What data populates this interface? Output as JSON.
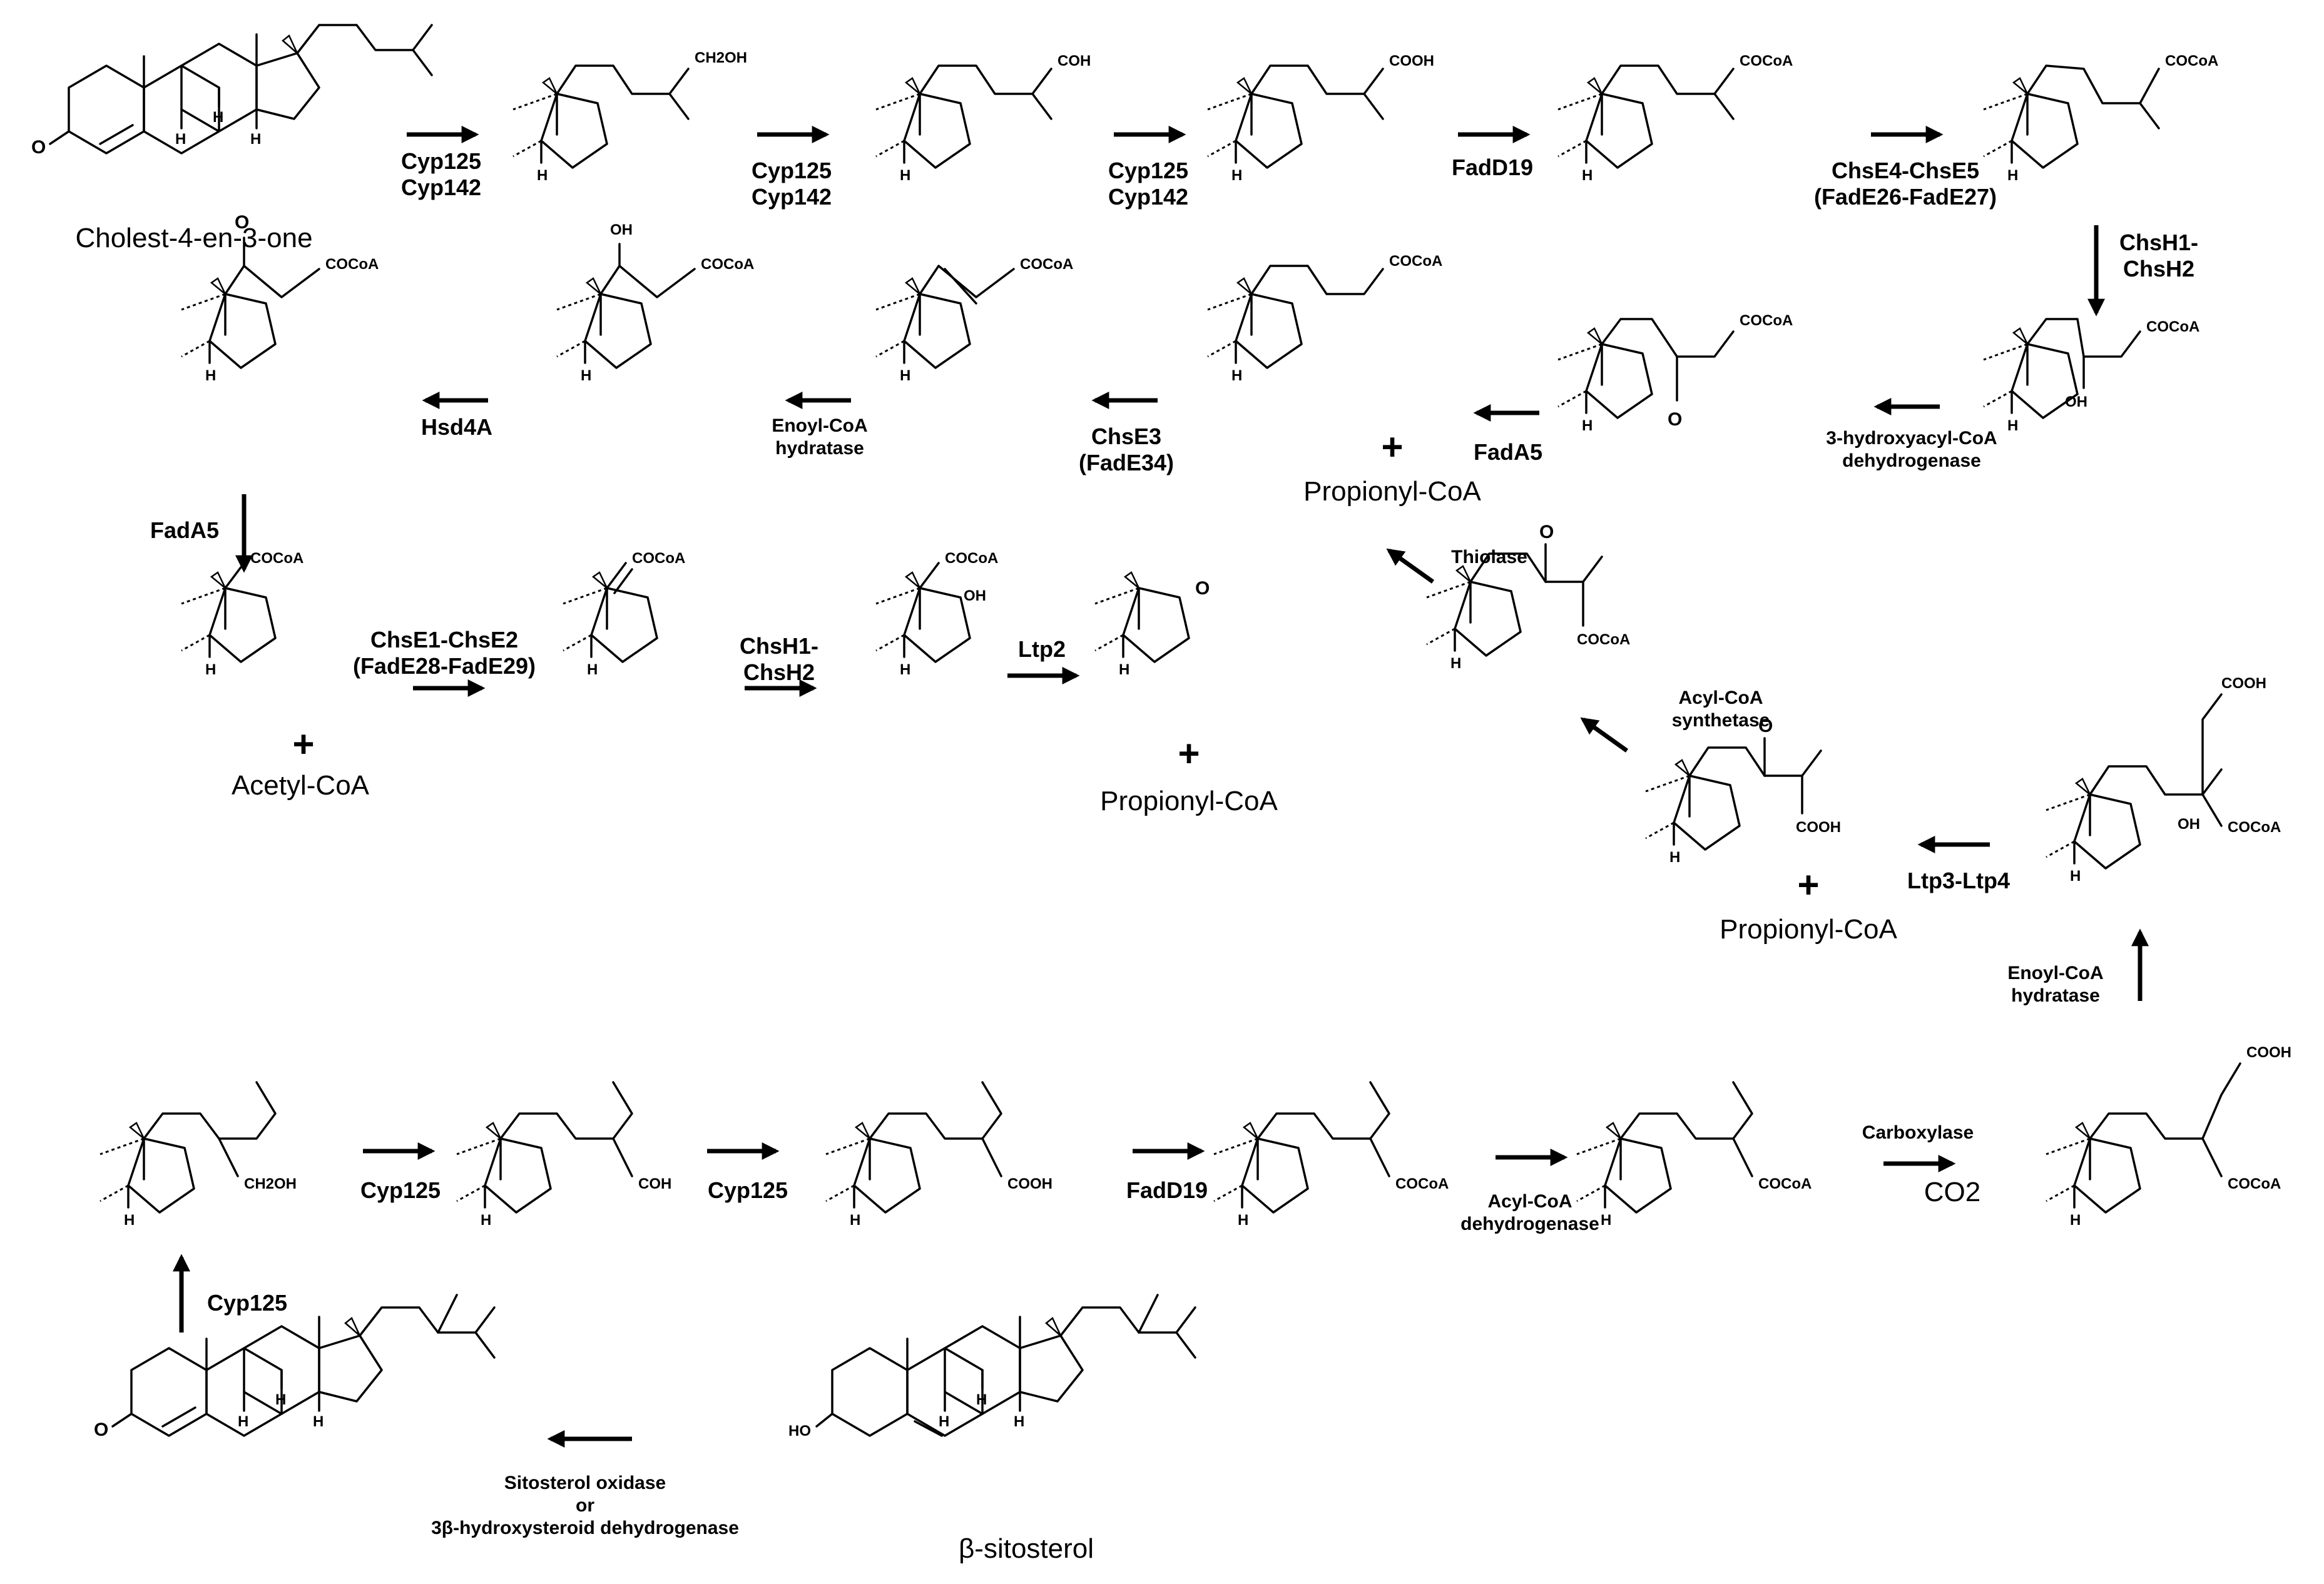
{
  "compounds": {
    "cholestenone": "Cholest-4-en-3-one",
    "sitosterol": "β-sitosterol",
    "propionyl_1": "Propionyl-CoA",
    "propionyl_2": "Propionyl-CoA",
    "propionyl_3": "Propionyl-CoA",
    "acetyl": "Acetyl-CoA",
    "co2": "CO2"
  },
  "enzymes": {
    "e1": [
      "Cyp125",
      "Cyp142"
    ],
    "e2": [
      "Cyp125",
      "Cyp142"
    ],
    "e3": [
      "Cyp125",
      "Cyp142"
    ],
    "e4": [
      "FadD19"
    ],
    "e5": [
      "ChsE4-ChsE5",
      "(FadE26-FadE27)"
    ],
    "e6": [
      "ChsH1-",
      "ChsH2"
    ],
    "e7": [
      "3-hydroxyacyl-CoA",
      "dehydrogenase"
    ],
    "e8": [
      "FadA5"
    ],
    "e9": [
      "ChsE3",
      "(FadE34)"
    ],
    "e10": [
      "Enoyl-CoA",
      "hydratase"
    ],
    "e11": [
      "Hsd4A"
    ],
    "e12": [
      "FadA5"
    ],
    "e13": [
      "ChsE1-ChsE2",
      "(FadE28-FadE29)"
    ],
    "e14": [
      "ChsH1-",
      "ChsH2"
    ],
    "e15": [
      "Ltp2"
    ],
    "e16": [
      "Thiolase"
    ],
    "e17": [
      "Acyl-CoA",
      "synthetase"
    ],
    "e18": [
      "Ltp3-Ltp4"
    ],
    "e19": [
      "Enoyl-CoA",
      "hydratase"
    ],
    "e20": [
      "Carboxylase"
    ],
    "e21": [
      "Acyl-CoA",
      "dehydrogenase"
    ],
    "e22": [
      "FadD19"
    ],
    "e23": [
      "Cyp125"
    ],
    "e24": [
      "Cyp125"
    ],
    "e25": [
      "Cyp125"
    ],
    "e26": [
      "Sitosterol oxidase",
      "or",
      "3β-hydroxysteroid dehydrogenase"
    ]
  },
  "groups": {
    "ch2oh": "CH2OH",
    "coh": "COH",
    "cooh": "COOH",
    "cocoa": "COCoA",
    "oh": "OH",
    "o": "O",
    "h": "H",
    "ho": "HO",
    "plus": "+"
  }
}
